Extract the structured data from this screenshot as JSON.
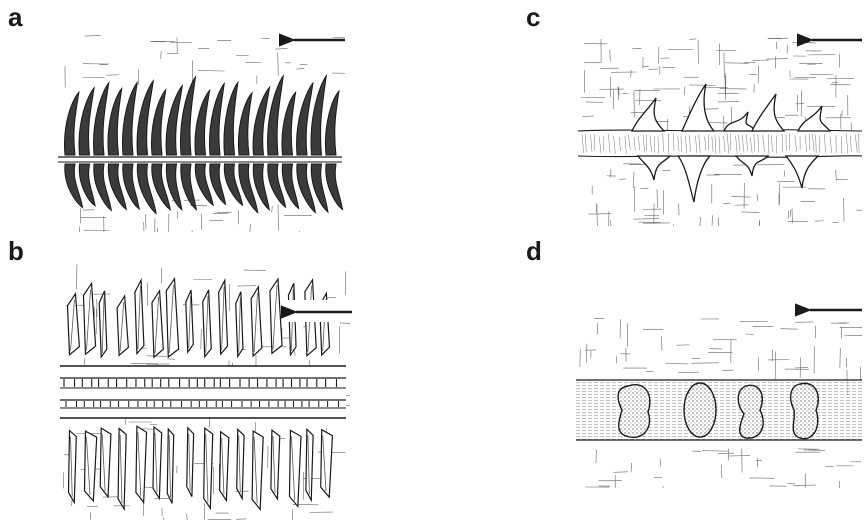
{
  "panels": [
    {
      "label": "a",
      "arrow_icon": "arrow-left-icon"
    },
    {
      "label": "b",
      "arrow_icon": "arrow-left-icon"
    },
    {
      "label": "c",
      "arrow_icon": "arrow-left-icon"
    },
    {
      "label": "d",
      "arrow_icon": "arrow-left-icon"
    }
  ],
  "colors": {
    "ink": "#1a1a1a",
    "paper": "#ffffff",
    "shade": "#8c8c8c"
  }
}
